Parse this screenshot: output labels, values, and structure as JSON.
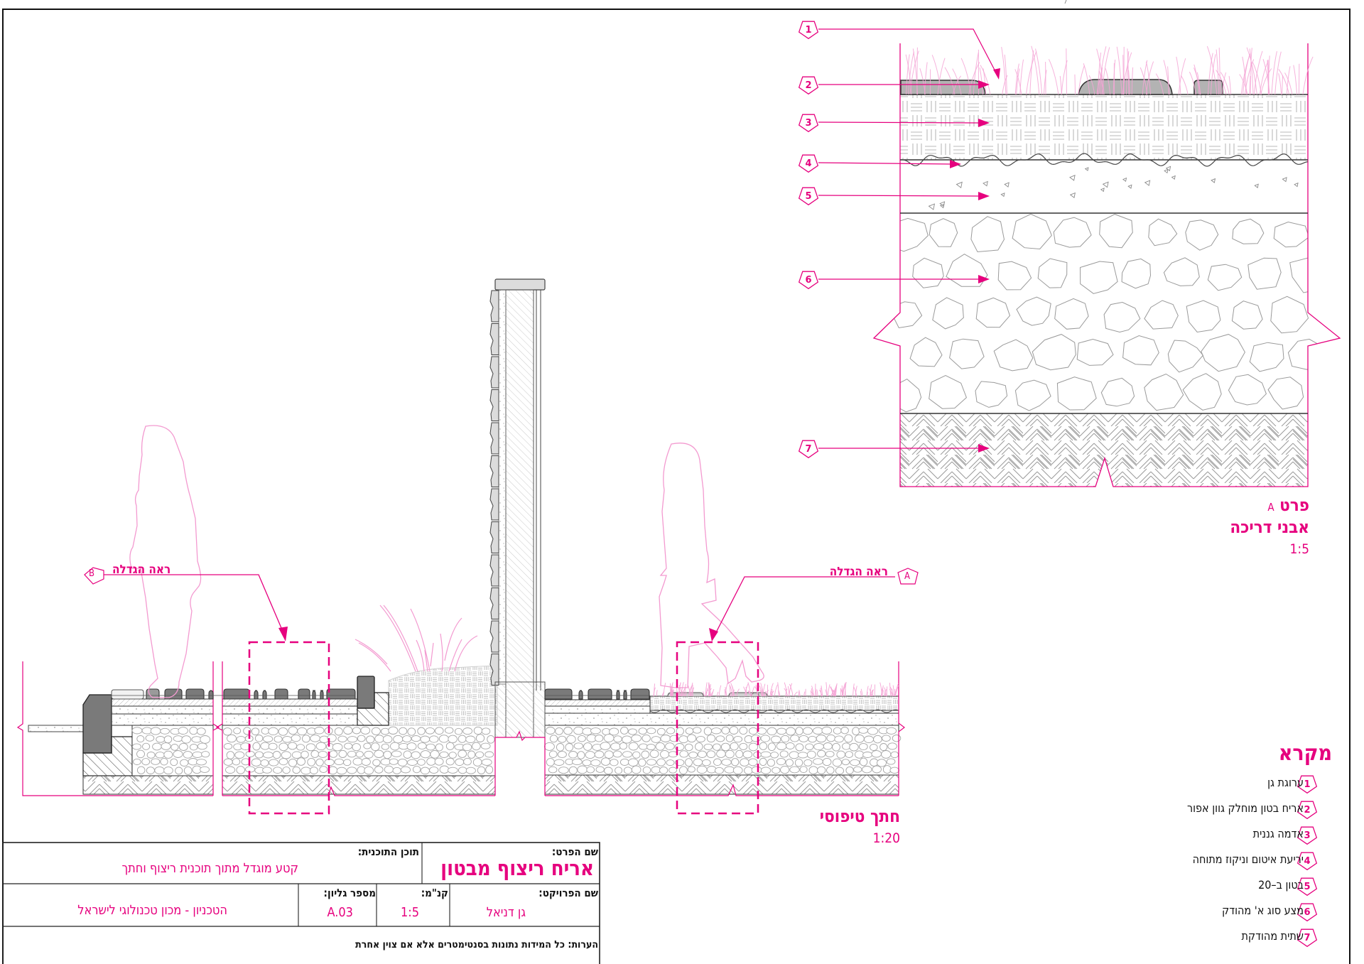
{
  "colors": {
    "accent": "#e6007e",
    "accent_light": "#f6a8d4",
    "paver_dark": "#707070",
    "line": "#333333",
    "hatch": "#9a9a9a"
  },
  "detail_a": {
    "title_prefix": "פרט",
    "title_letter": "A",
    "subtitle": "אבני דריכה",
    "scale": "1:5",
    "badges": [
      "1",
      "2",
      "3",
      "4",
      "5",
      "6",
      "7"
    ]
  },
  "section": {
    "title": "חתך טיפוסי",
    "scale": "1:20",
    "callout_a": {
      "letter": "A",
      "label": "ראה הגדלה"
    },
    "callout_b": {
      "letter": "B",
      "label": "ראה הגדלה"
    }
  },
  "legend": {
    "title": "מקרא",
    "items": [
      {
        "num": "1",
        "label": "ערוגת גן"
      },
      {
        "num": "2",
        "label": "אריח בטון מוחלק גוון אפור"
      },
      {
        "num": "3",
        "label": "אדמה גננית"
      },
      {
        "num": "4",
        "label": "יריעת איטום וניקוז מתוחה"
      },
      {
        "num": "5",
        "label": "בטון ב–20"
      },
      {
        "num": "6",
        "label": "מצע סוג א' מהודק"
      },
      {
        "num": "7",
        "label": "שתית מהודקת"
      }
    ]
  },
  "title_block": {
    "item_name_label": "שם הפרט:",
    "item_name": "אריח ריצוף מבטון",
    "plan_content_label": "תוכן התוכנית:",
    "plan_content": "קטע מוגדל מתוך תוכנית ריצוף וחתך",
    "project_name_label": "שם הפרויקט:",
    "project_name": "גן דניאל",
    "scale_label": "קנ\"מ:",
    "scale": "1:5",
    "sheet_number_label": "מספר גליון:",
    "sheet_number": "A.03",
    "institution": "הטכניון - מכון טכנולוגי לישראל",
    "notes": "הערות: כל המידות נתונות בסנטימטרים אלא אם צוין אחרת"
  }
}
